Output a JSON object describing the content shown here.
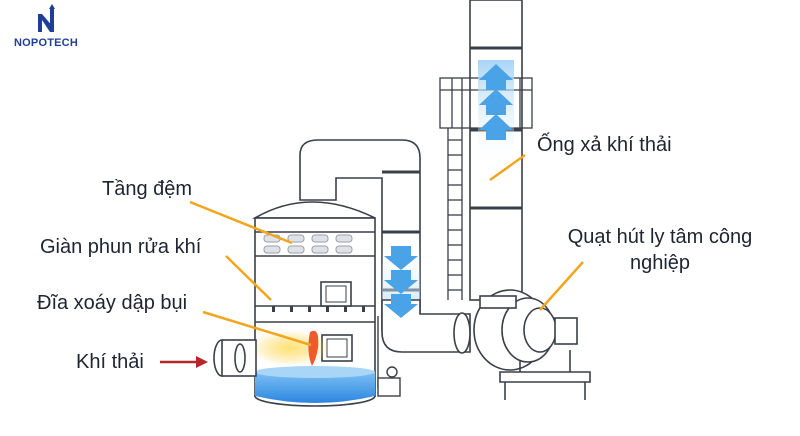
{
  "brand": {
    "name": "NOPOTECH",
    "color": "#1f3f97"
  },
  "labels": {
    "tang_dem": "Tầng đệm",
    "gian_phun": "Giàn phun rửa khí",
    "dia_xoay": "Đĩa xoáy dập bụi",
    "khi_thai": "Khí thải",
    "ong_xa_khi_thai": "Ống xả khí thải",
    "quat_hut_line1": "Quạt hút ly tâm công",
    "quat_hut_line2": "nghiệp"
  },
  "colors": {
    "leader_line": "#f2a51f",
    "inlet_arrow": "#b3272d",
    "flow_arrow": "#4aa3e6",
    "water": "#3f9ae8",
    "flame": "#f05a2b",
    "outline": "#3a3f48"
  }
}
